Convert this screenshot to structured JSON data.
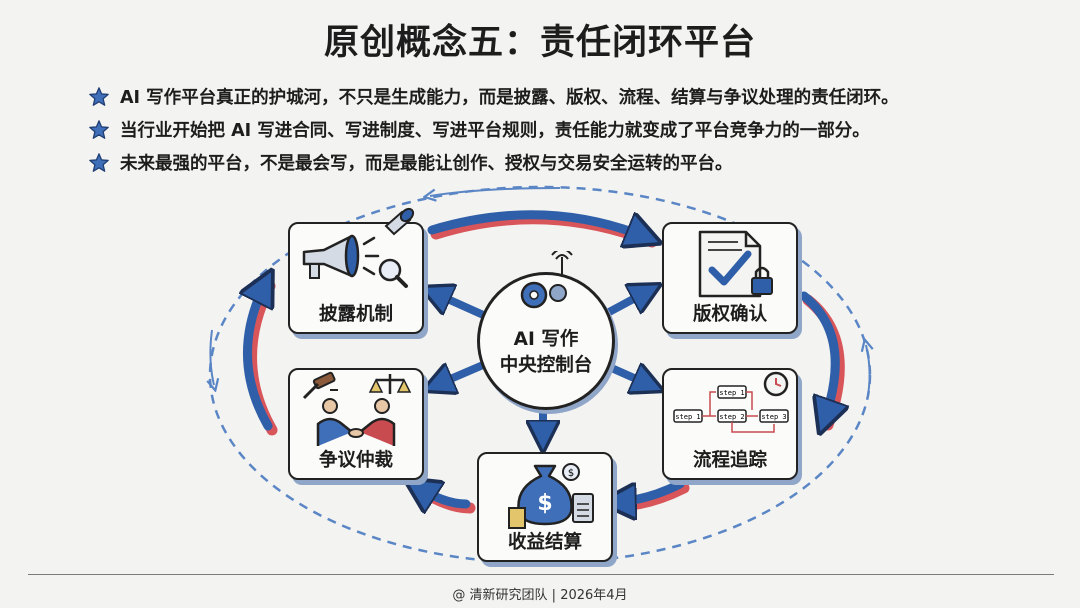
{
  "title": "原创概念五：责任闭环平台",
  "bullets": [
    "AI 写作平台真正的护城河，不只是生成能力，而是披露、版权、流程、结算与争议处理的责任闭环。",
    "当行业开始把 AI 写进合同、写进制度、写进平台规则，责任能力就变成了平台竞争力的一部分。",
    "未来最强的平台，不是最会写，而是最能让创作、授权与交易安全运转的平台。"
  ],
  "hub": {
    "line1": "AI 写作",
    "line2": "中央控制台"
  },
  "nodes": {
    "disclosure": "披露机制",
    "copyright": "版权确认",
    "process": "流程追踪",
    "settlement": "收益结算",
    "arbitration": "争议仲裁"
  },
  "process_steps": [
    "step 1",
    "step 1",
    "step 2",
    "step 3"
  ],
  "footer": "@ 清新研究团队 | 2026年4月",
  "colors": {
    "arrow_blue": "#2f5fa8",
    "arrow_red": "#d8555a",
    "star_blue": "#3f6fb8"
  }
}
